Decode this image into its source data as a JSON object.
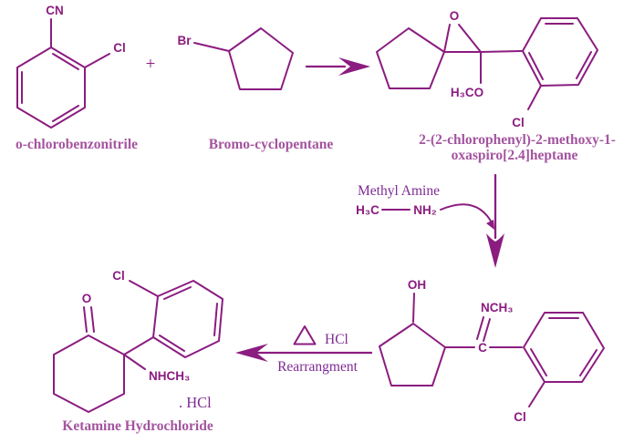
{
  "colors": {
    "bond": "#8B1C80",
    "name_label": "#A4549F",
    "reagent_text": "#7D2B93",
    "background": "#FFFFFF"
  },
  "step1": {
    "reactant1": {
      "name": "o-chlorobenzonitrile",
      "nitrile_label": "CN",
      "chloro_label": "Cl"
    },
    "plus_sign": "+",
    "reactant2": {
      "name": "Bromo-cyclopentane",
      "bromo_label": "Br"
    },
    "product": {
      "name_line1": "2-(2-chlorophenyl)-2-methoxy-1-",
      "name_line2": "oxaspiro[2.4]heptane",
      "epoxide_oxygen_label": "O",
      "methoxy_label": "H₃CO",
      "chloro_label": "Cl"
    }
  },
  "step2": {
    "reagent_name": "Methyl Amine",
    "formula_left": "H₃C",
    "formula_right": "NH₂",
    "intermediate": {
      "hydroxyl_label": "OH",
      "imine_label": "NCH₃",
      "carbon_label": "C",
      "chloro_label": "Cl"
    }
  },
  "step3": {
    "condition_reagent": "HCl",
    "condition_process": "Rearrangment",
    "product": {
      "name": "Ketamine Hydrochloride",
      "ketone_oxygen_label": "O",
      "chloro_label": "Cl",
      "amine_label": "NHCH₃",
      "salt_label": ". HCl"
    }
  }
}
